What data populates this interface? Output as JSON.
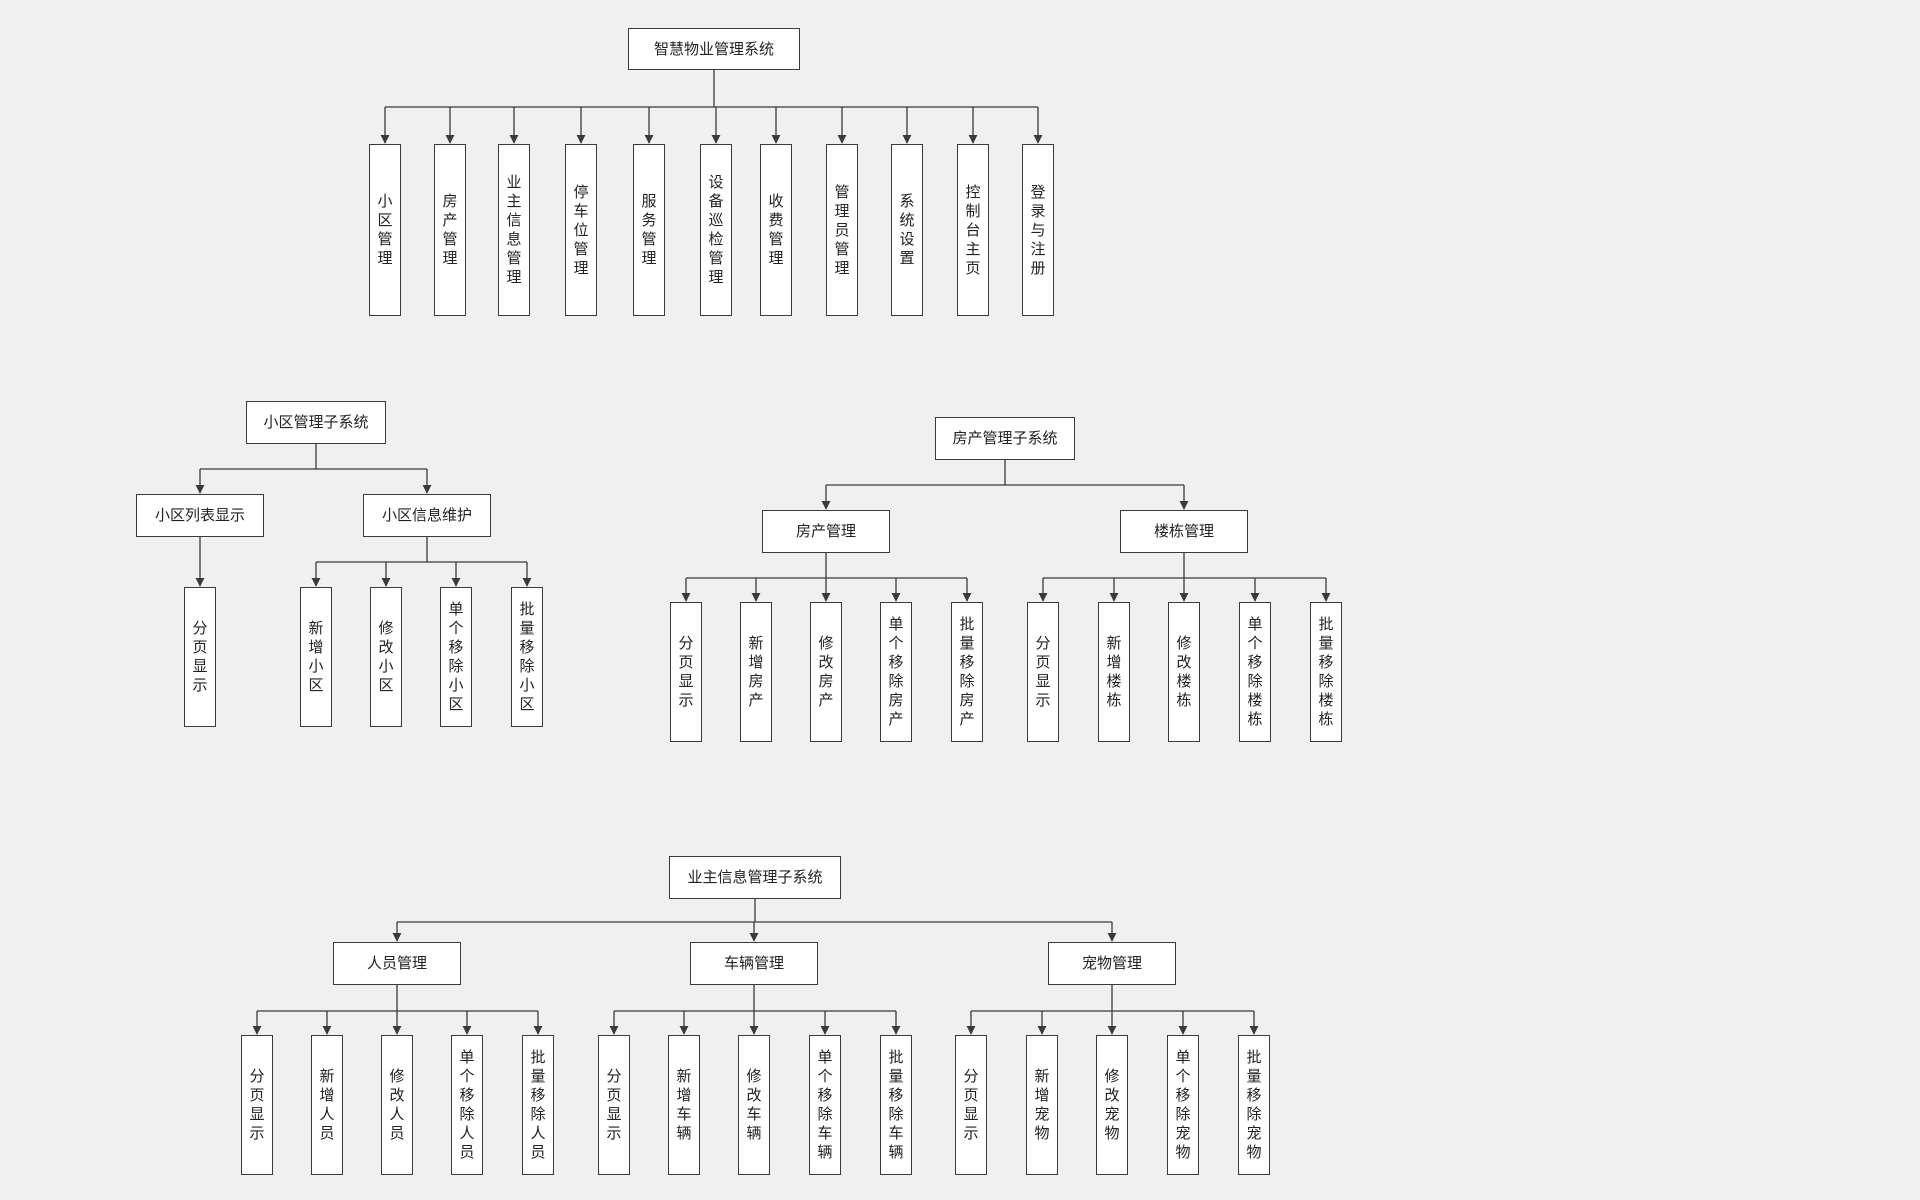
{
  "colors": {
    "background": "#f0f0f0",
    "box_fill": "#ffffff",
    "line": "#3a3a3a"
  },
  "diagrams": {
    "main": {
      "root": "智慧物业管理系统",
      "children": [
        "小区管理",
        "房产管理",
        "业主信息管理",
        "停车位管理",
        "服务管理",
        "设备巡检管理",
        "收费管理",
        "管理员管理",
        "系统设置",
        "控制台主页",
        "登录与注册"
      ]
    },
    "community": {
      "root": "小区管理子系统",
      "list_display": {
        "label": "小区列表显示",
        "children": [
          "分页显示"
        ]
      },
      "info_maintenance": {
        "label": "小区信息维护",
        "children": [
          "新增小区",
          "修改小区",
          "单个移除小区",
          "批量移除小区"
        ]
      }
    },
    "property": {
      "root": "房产管理子系统",
      "property_mgmt": {
        "label": "房产管理",
        "children": [
          "分页显示",
          "新增房产",
          "修改房产",
          "单个移除房产",
          "批量移除房产"
        ]
      },
      "building_mgmt": {
        "label": "楼栋管理",
        "children": [
          "分页显示",
          "新增楼栋",
          "修改楼栋",
          "单个移除楼栋",
          "批量移除楼栋"
        ]
      }
    },
    "owner": {
      "root": "业主信息管理子系统",
      "person_mgmt": {
        "label": "人员管理",
        "children": [
          "分页显示",
          "新增人员",
          "修改人员",
          "单个移除人员",
          "批量移除人员"
        ]
      },
      "vehicle_mgmt": {
        "label": "车辆管理",
        "children": [
          "分页显示",
          "新增车辆",
          "修改车辆",
          "单个移除车辆",
          "批量移除车辆"
        ]
      },
      "pet_mgmt": {
        "label": "宠物管理",
        "children": [
          "分页显示",
          "新增宠物",
          "修改宠物",
          "单个移除宠物",
          "批量移除宠物"
        ]
      }
    }
  }
}
